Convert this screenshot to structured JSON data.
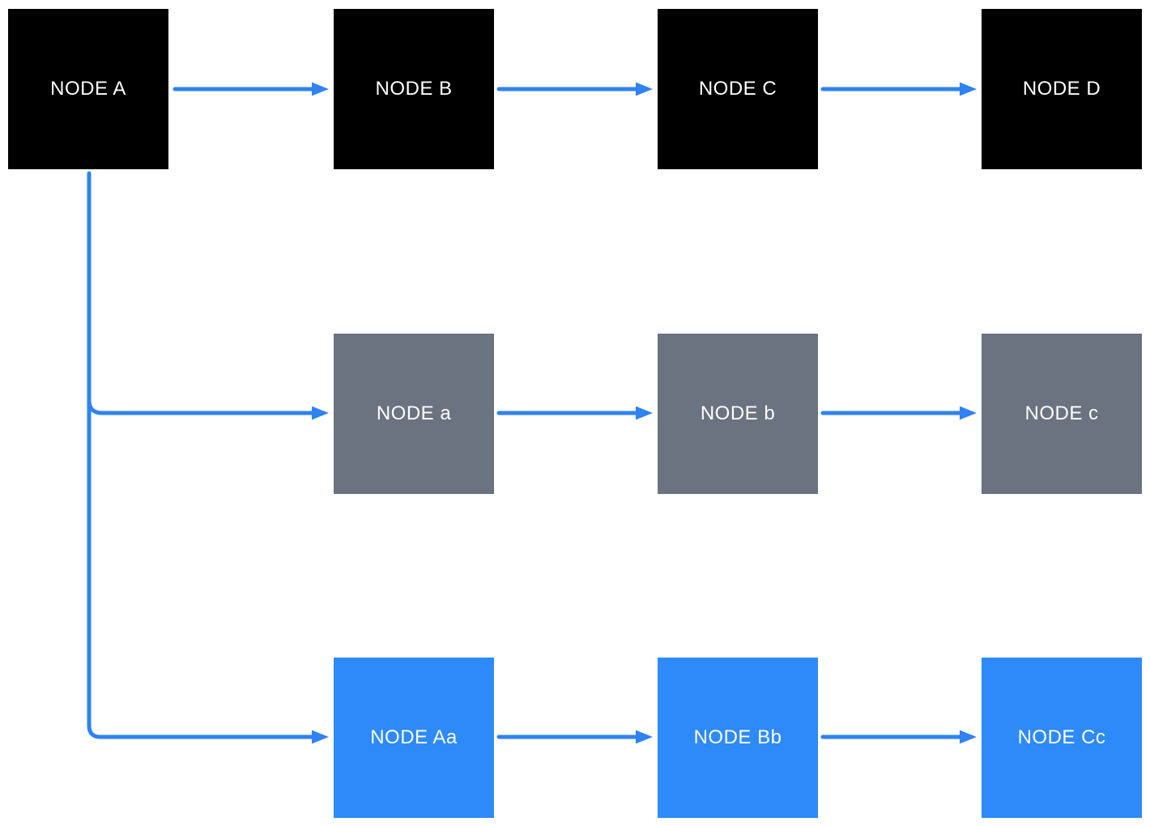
{
  "diagram": {
    "colors": {
      "background": "#ffffff",
      "node_black": "#000000",
      "node_gray": "#6b7280",
      "node_blue": "#2e8af8",
      "node_text": "#ffffff",
      "edge": "#2f82f2"
    },
    "nodes": [
      {
        "id": "A",
        "label": "NODE A",
        "variant": "black"
      },
      {
        "id": "B",
        "label": "NODE B",
        "variant": "black"
      },
      {
        "id": "C",
        "label": "NODE C",
        "variant": "black"
      },
      {
        "id": "D",
        "label": "NODE D",
        "variant": "black"
      },
      {
        "id": "a",
        "label": "NODE a",
        "variant": "gray"
      },
      {
        "id": "b",
        "label": "NODE b",
        "variant": "gray"
      },
      {
        "id": "c",
        "label": "NODE c",
        "variant": "gray"
      },
      {
        "id": "Aa",
        "label": "NODE Aa",
        "variant": "blue"
      },
      {
        "id": "Bb",
        "label": "NODE Bb",
        "variant": "blue"
      },
      {
        "id": "Cc",
        "label": "NODE Cc",
        "variant": "blue"
      }
    ],
    "edges": [
      {
        "from": "A",
        "to": "B"
      },
      {
        "from": "B",
        "to": "C"
      },
      {
        "from": "C",
        "to": "D"
      },
      {
        "from": "A",
        "to": "a"
      },
      {
        "from": "a",
        "to": "b"
      },
      {
        "from": "b",
        "to": "c"
      },
      {
        "from": "A",
        "to": "Aa"
      },
      {
        "from": "Aa",
        "to": "Bb"
      },
      {
        "from": "Bb",
        "to": "Cc"
      }
    ]
  }
}
